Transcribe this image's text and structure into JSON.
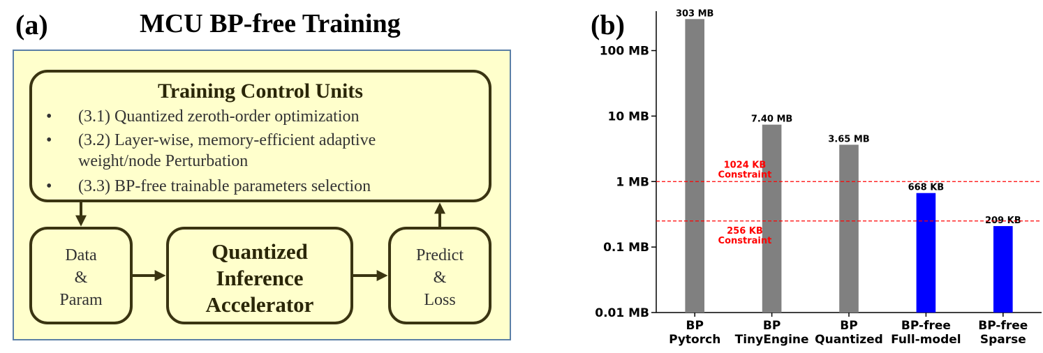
{
  "panel_a": {
    "letter": "(a)",
    "title": "MCU BP-free Training",
    "control_units": {
      "title": "Training Control Units",
      "bullets": [
        {
          "symbol": "•",
          "lines": [
            "(3.1) Quantized zeroth-order optimization"
          ]
        },
        {
          "symbol": "•",
          "lines": [
            "(3.2) Layer-wise, memory-efficient adaptive",
            "weight/node Perturbation"
          ]
        },
        {
          "symbol": "•",
          "lines": [
            "(3.3) BP-free trainable parameters selection"
          ]
        }
      ]
    },
    "data_box": {
      "lines": [
        "Data",
        "&",
        "Param"
      ]
    },
    "accelerator_box": {
      "lines": [
        "Quantized",
        "Inference",
        "Accelerator"
      ]
    },
    "predict_box": {
      "lines": [
        "Predict",
        "&",
        "Loss"
      ]
    }
  },
  "panel_b": {
    "letter": "(b)"
  },
  "chart_data": {
    "type": "bar",
    "y_scale": "log",
    "ylim": [
      0.01,
      400
    ],
    "y_ticks": [
      {
        "value": 0.01,
        "label": "0.01 MB"
      },
      {
        "value": 0.1,
        "label": "0.1 MB"
      },
      {
        "value": 1,
        "label": "1 MB"
      },
      {
        "value": 10,
        "label": "10 MB"
      },
      {
        "value": 100,
        "label": "100 MB"
      }
    ],
    "categories": [
      [
        "BP",
        "Pytorch"
      ],
      [
        "BP",
        "TinyEngine"
      ],
      [
        "BP",
        "Quantized"
      ],
      [
        "BP-free",
        "Full-model"
      ],
      [
        "BP-free",
        "Sparse"
      ]
    ],
    "values": [
      303,
      7.4,
      3.65,
      0.668,
      0.209
    ],
    "value_labels": [
      "303 MB",
      "7.40 MB",
      "3.65 MB",
      "668 KB",
      "209 KB"
    ],
    "bar_colors": [
      "#808080",
      "#808080",
      "#808080",
      "#0000ff",
      "#0000ff"
    ],
    "reference_lines": [
      {
        "value": 1,
        "color": "#ff0000",
        "label_lines": [
          "1024 KB",
          "Constraint"
        ],
        "label_position": "above"
      },
      {
        "value": 0.25,
        "color": "#ff0000",
        "label_lines": [
          "256 KB",
          "Constraint"
        ],
        "label_position": "below"
      }
    ],
    "grid": false,
    "legend": "none"
  }
}
